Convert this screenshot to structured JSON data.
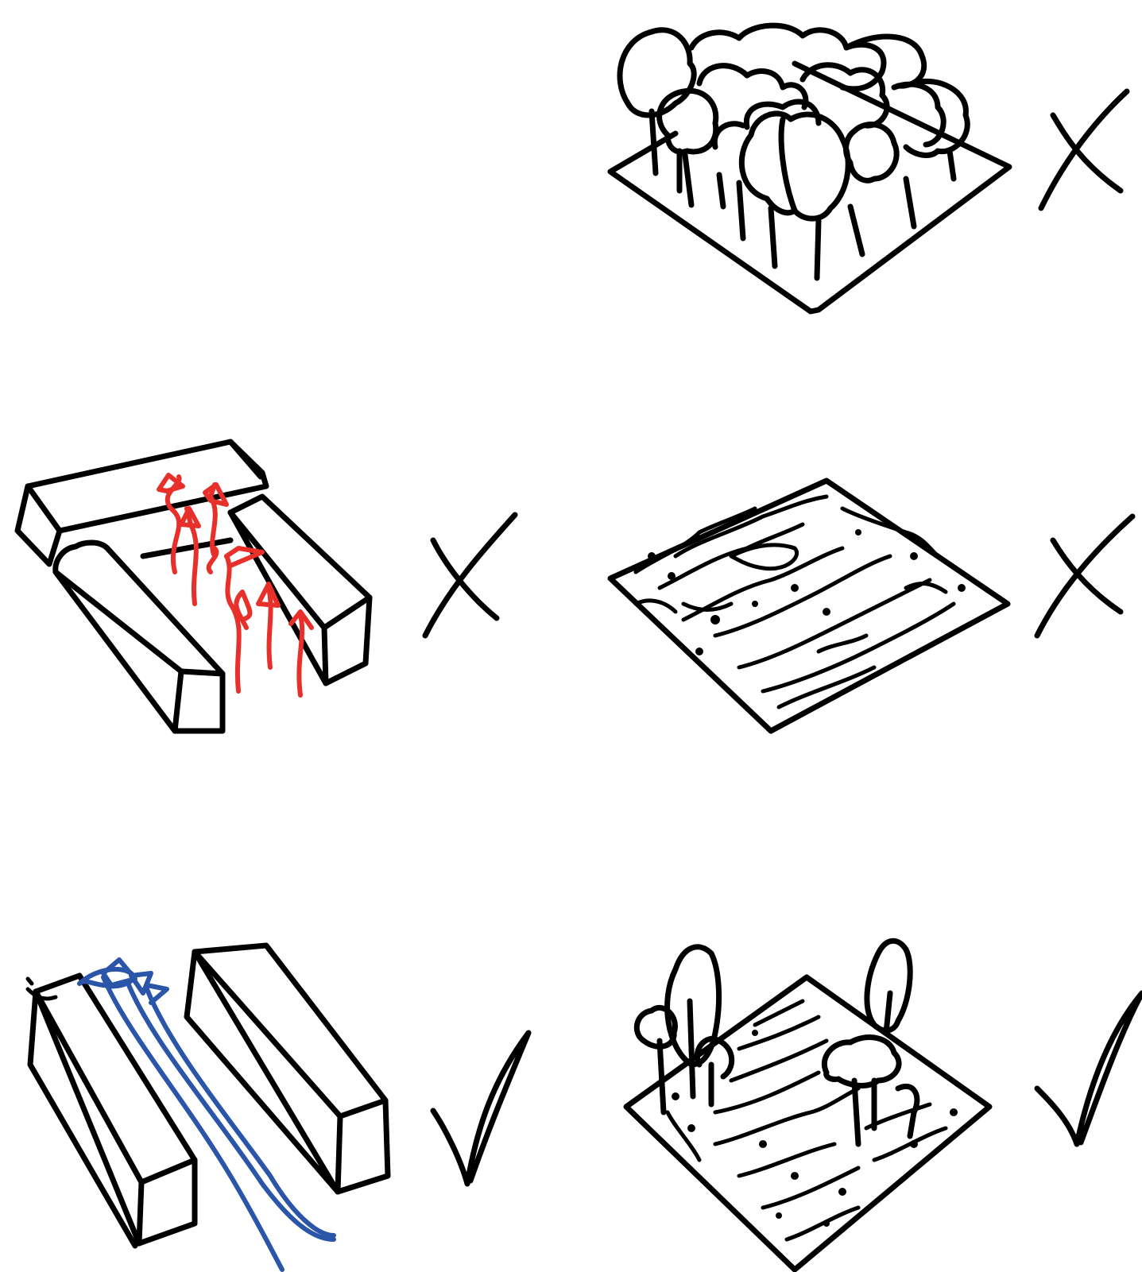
{
  "colors": {
    "ink": "#000000",
    "airflow_bad": "#e8302a",
    "airflow_good": "#2a55a8",
    "background": "#ffffff"
  },
  "panels": [
    {
      "id": "dense-forest",
      "verdict": "cross"
    },
    {
      "id": "buildings-blocking-wind",
      "verdict": "cross",
      "airflow": "airflow_bad"
    },
    {
      "id": "bare-ground",
      "verdict": "cross"
    },
    {
      "id": "buildings-wind-corridor",
      "verdict": "check",
      "airflow": "airflow_good"
    },
    {
      "id": "open-ground-sparse-trees",
      "verdict": "check"
    }
  ]
}
